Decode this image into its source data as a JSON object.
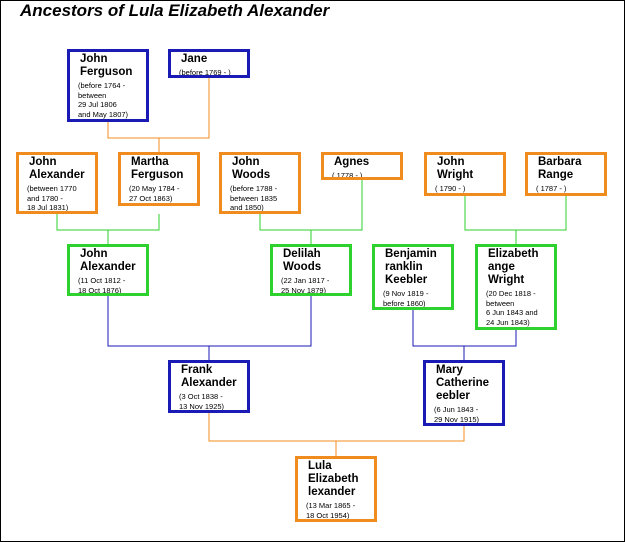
{
  "title": "Ancestors of Lula Elizabeth Alexander",
  "colors": {
    "blue": "#1a1ab4",
    "orange": "#f08c1e",
    "green": "#2ed22e"
  },
  "people": {
    "john_ferguson": {
      "name": "John\nFerguson",
      "dates": "(before 1764 -\nbetween\n29 Jul 1806\nand May 1807)"
    },
    "jane": {
      "name": "Jane",
      "dates": "(before 1769 - )"
    },
    "john_alexander_sr": {
      "name": "John\nAlexander",
      "dates": "(between 1770\nand 1780 -\n18 Jul 1831)"
    },
    "martha_ferguson": {
      "name": "Martha\nFerguson",
      "dates": "(20 May 1784 -\n27 Oct 1863)"
    },
    "john_woods": {
      "name": "John\nWoods",
      "dates": "(before 1788 -\nbetween 1835\nand 1850)"
    },
    "agnes": {
      "name": "Agnes",
      "dates": "( 1778 - )"
    },
    "john_wright": {
      "name": "John\nWright",
      "dates": "( 1790 - )"
    },
    "barbara_range": {
      "name": "Barbara\nRange",
      "dates": "( 1787 - )"
    },
    "john_alexander_jr": {
      "name": "John\nAlexander",
      "dates": "(11 Oct 1812 -\n18 Oct 1876)"
    },
    "delilah_woods": {
      "name": "Delilah\nWoods",
      "dates": "(22 Jan 1817 -\n25 Nov 1879)"
    },
    "benjamin_keebler": {
      "name": "Benjamin\nranklin\nKeebler",
      "dates": "(9 Nov 1819 -\nbefore 1860)"
    },
    "elizabeth_wright": {
      "name": "Elizabeth\nange\nWright",
      "dates": "(20 Dec 1818 -\nbetween\n6 Jun 1843 and\n24 Jun 1843)"
    },
    "frank_alexander": {
      "name": "Frank\nAlexander",
      "dates": "(3 Oct 1838 -\n13 Nov 1925)"
    },
    "mary_keebler": {
      "name": "Mary\nCatherine\neebler",
      "dates": "(6 Jun 1843 -\n29 Nov 1915)"
    },
    "lula_alexander": {
      "name": "Lula\nElizabeth\nlexander",
      "dates": "(13 Mar 1865 -\n18 Oct 1954)"
    }
  }
}
